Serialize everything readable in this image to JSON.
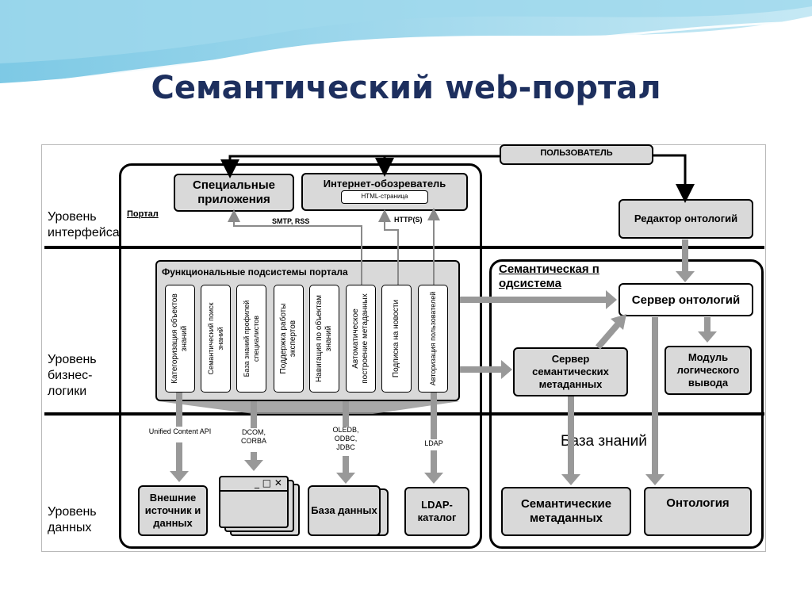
{
  "title": "Семантический web-портал",
  "user": "ПОЛЬЗОВАТЕЛЬ",
  "levels": {
    "interface": "Уровень интерфейса",
    "business": "Уровень бизнес-логики",
    "data": "Уровень данных"
  },
  "portal_label": "Портал",
  "special_apps": "Специальные приложения",
  "browser": {
    "label": "Интернет-обозреватель",
    "page": "HTML-страница"
  },
  "protocols": {
    "smtp": "SMTP, RSS",
    "http": "HTTP(S)"
  },
  "ontology_editor": "Редактор онтологий",
  "func_subsystems": {
    "title": "Функциональные подсистемы портала",
    "items": [
      "Категоризация объектов знаний",
      "Семантический поиск знаний",
      "База знаний профилей специалистов",
      "Поддержка работы экспертов",
      "Навигация по объектам знаний",
      "Автоматическое построение метаданных",
      "Подписка на новости",
      "Авторизация пользователей"
    ]
  },
  "semantic_subsystem": "Семантическая подсистема",
  "ontology_server": "Сервер онтологий",
  "metadata_server": "Сервер семантических метаданных",
  "logic_module": "Модуль логического вывода",
  "knowledge_base": "База знаний",
  "interfaces": {
    "ucapi": "Unified Content API",
    "dcom": "DCOM, CORBA",
    "oledb": "OLEDB, ODBC, JDBC",
    "ldap": "LDAP"
  },
  "data_sources": {
    "external": "Внешние источник и данных",
    "database": "База данных",
    "ldap_catalog": "LDAP-каталог",
    "semantic_metadata": "Семантические метаданных",
    "ontology": "Онтология"
  },
  "colors": {
    "title": "#1d2f5e",
    "box_fill": "#d9d9d9",
    "arrow": "#999999",
    "wave": "#7ec8e3"
  }
}
